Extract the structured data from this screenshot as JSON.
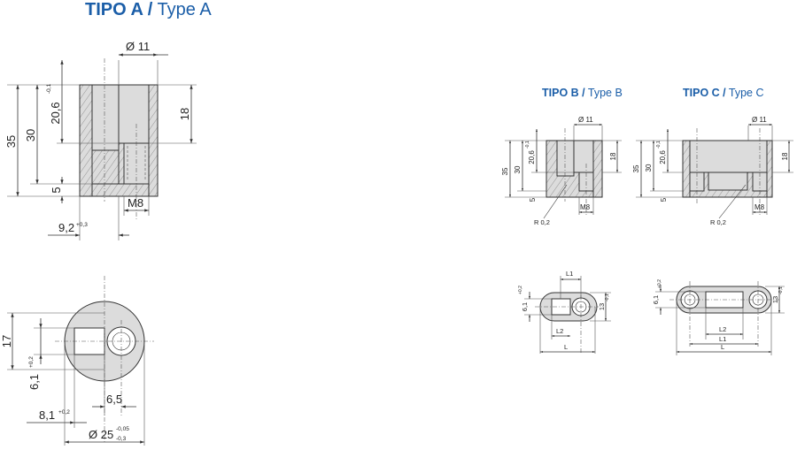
{
  "headings": {
    "a": {
      "bold": "TIPO A /",
      "light": " Type A"
    },
    "b": {
      "bold": "TIPO B /",
      "light": " Type B"
    },
    "c": {
      "bold": "TIPO C /",
      "light": " Type C"
    }
  },
  "type_a_side": {
    "dia11": "Ø 11",
    "h35": "35",
    "h30": "30",
    "h20_6": "20,6",
    "h20_6_tol": "-0,1",
    "h18": "18",
    "h5": "5",
    "thread": "M8",
    "w9_2": "9,2",
    "w9_2_tol": "+0,3"
  },
  "type_a_top": {
    "h17": "17",
    "h6_1": "6,1",
    "h6_1_tol": "+0,2",
    "w6_5": "6,5",
    "w8_1": "8,1",
    "w8_1_tol": "+0,2",
    "dia25": "Ø 25",
    "dia25_tol_up": "-0,05",
    "dia25_tol_low": "-0,3"
  },
  "type_b_side": {
    "dia11": "Ø 11",
    "h35": "35",
    "h30": "30",
    "h20_6": "20,6",
    "h20_6_tol": "-0,1",
    "h18": "18",
    "h5": "5",
    "thread": "M8",
    "radius": "R 0,2"
  },
  "type_c_side": {
    "dia11": "Ø 11",
    "h35": "35",
    "h30": "30",
    "h20_6": "20,6",
    "h20_6_tol": "-0,1",
    "h18": "18",
    "h5": "5",
    "thread": "M8",
    "radius": "R 0,2"
  },
  "type_b_top": {
    "l1": "L1",
    "l2": "L2",
    "l": "L",
    "h6_1": "6,1",
    "h6_1_tol": "+0,2",
    "h13": "13",
    "h13_tol": "-0,1"
  },
  "type_c_top": {
    "l1": "L1",
    "l2": "L2",
    "l": "L",
    "h6_1": "6,1",
    "h6_1_tol": "+0,2",
    "h13": "13",
    "h13_tol": "-0,1"
  }
}
